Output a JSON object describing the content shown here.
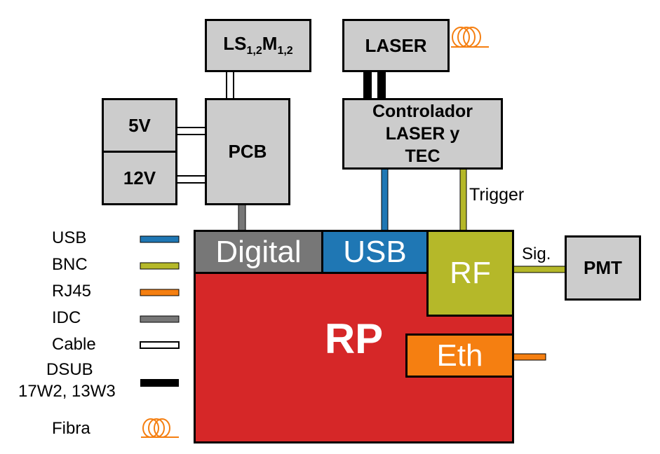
{
  "blocks": {
    "ls": {
      "main": "LS",
      "sub1": "1,2",
      "main2": "M",
      "sub2": "1,2"
    },
    "laser": "LASER",
    "controller": {
      "line1": "Controlador",
      "line2": "LASER y",
      "line3": "TEC"
    },
    "pcb": "PCB",
    "v5": "5V",
    "v12": "12V",
    "digital": "Digital",
    "usb": "USB",
    "rf": "RF",
    "rp": "RP",
    "eth": "Eth",
    "pmt": "PMT",
    "trigger": "Trigger",
    "sig": "Sig."
  },
  "legend": {
    "usb": "USB",
    "bnc": "BNC",
    "rj45": "RJ45",
    "idc": "IDC",
    "cable": "Cable",
    "dsub_line1": "DSUB",
    "dsub_line2": "17W2, 13W3",
    "fibra": "Fibra"
  },
  "colors": {
    "usb": "#1f77b4",
    "bnc": "#b5b829",
    "rj45": "#f57f11",
    "idc": "#777777",
    "rp": "#d62728",
    "box": "#cccccc"
  }
}
